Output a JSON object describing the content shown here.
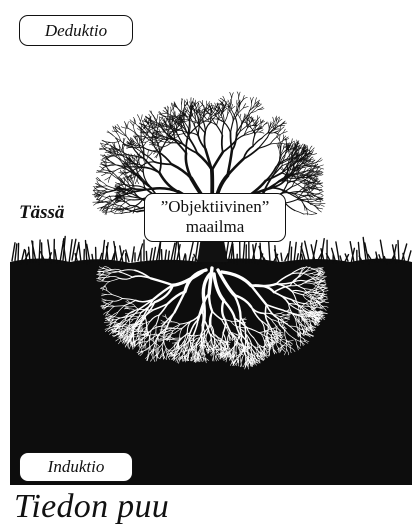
{
  "labels": {
    "top": "Deduktio",
    "bottom": "Induktio",
    "center_line1": "”Objektiivinen”",
    "center_line2": "maailma",
    "left": "Tässä"
  },
  "caption": "Tiedon puu",
  "colors": {
    "ink": "#111111",
    "soil": "#0d0d0d",
    "roots": "#ffffff",
    "background": "#ffffff"
  }
}
